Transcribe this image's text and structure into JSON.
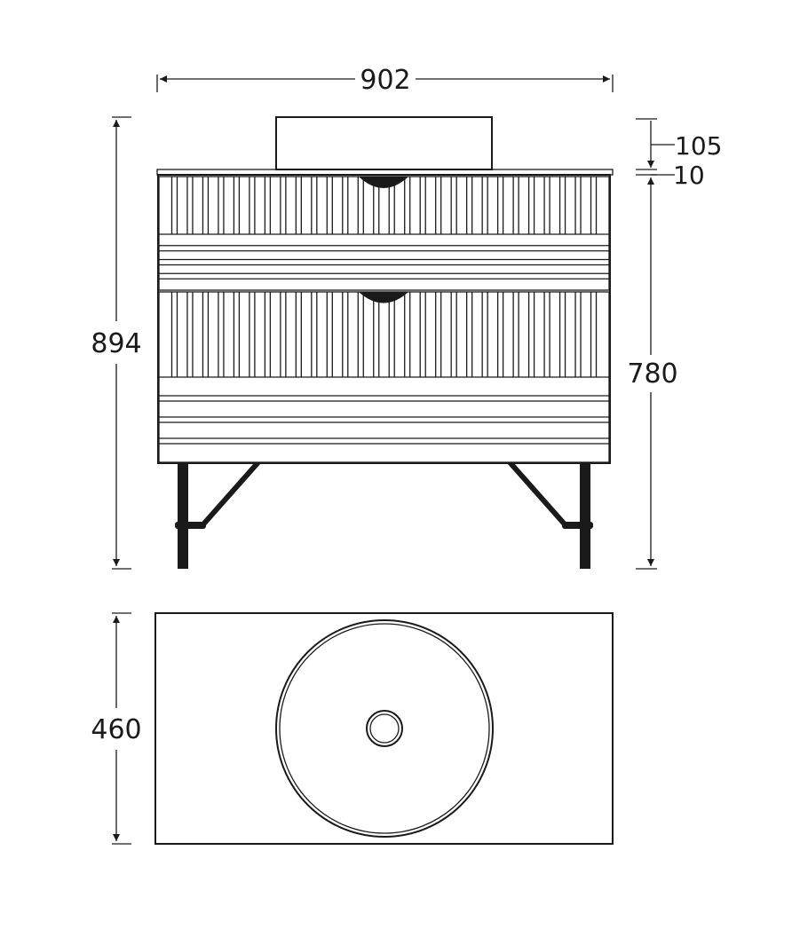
{
  "dimensions": {
    "overall_width": "902",
    "overall_height": "894",
    "basin_height": "105",
    "worktop_thickness": "10",
    "cabinet_height": "780",
    "depth": "460"
  },
  "views": {
    "front": {
      "drawers": 2,
      "vertical_flutes_per_drawer": 29,
      "horizontal_grooves_per_drawer": 4
    },
    "top": {
      "basin_shape": "round",
      "drain": "round"
    }
  },
  "colors": {
    "line": "#1a1a1a",
    "background": "#ffffff"
  }
}
